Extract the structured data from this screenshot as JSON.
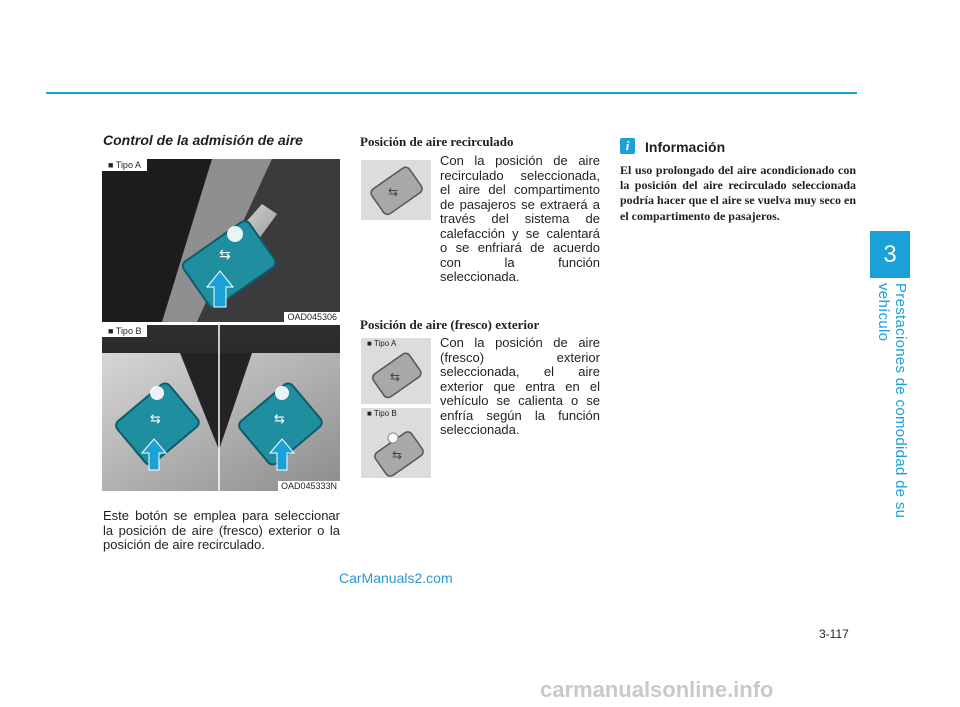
{
  "section_title": "Control de la admisión de aire",
  "figure_top": {
    "label": "■ Tipo A",
    "code": "OAD045306"
  },
  "figure_bottom": {
    "label": "■ Tipo B",
    "code": "OAD045333N"
  },
  "intro_paragraph": "Este botón se emplea para seleccionar la posición de aire (fresco) exterior o la posición de aire recirculado.",
  "recirc": {
    "heading": "Posición de aire recirculado",
    "text": "Con la posición de aire recirculado seleccionada, el aire del compartimento de pasajeros se extraerá a través del sistema de calefacción y se calentará o se enfriará de acuerdo con la función seleccionada."
  },
  "fresh": {
    "heading": "Posición de aire (fresco) exterior",
    "label_a": "■ Tipo A",
    "label_b": "■ Tipo B",
    "text": "Con la posición de aire (fresco) exterior seleccionada, el aire exterior que entra en el vehículo se calienta o se enfría según la función seleccionada."
  },
  "info": {
    "icon": "i",
    "title": "Información",
    "text": "El uso prolongado del aire acondicionado con la posición del aire recirculado seleccionada podría hacer que el aire se vuelva muy seco en el compartimento de pasajeros."
  },
  "chapter_number": "3",
  "chapter_title": "Prestaciones de comodidad de su vehículo",
  "page_number": "3-117",
  "watermark_1": "CarManuals2.com",
  "watermark_2": "carmanualsonline.info",
  "colors": {
    "accent": "#1aa1d7",
    "button_teal": "#1f8fa0"
  }
}
